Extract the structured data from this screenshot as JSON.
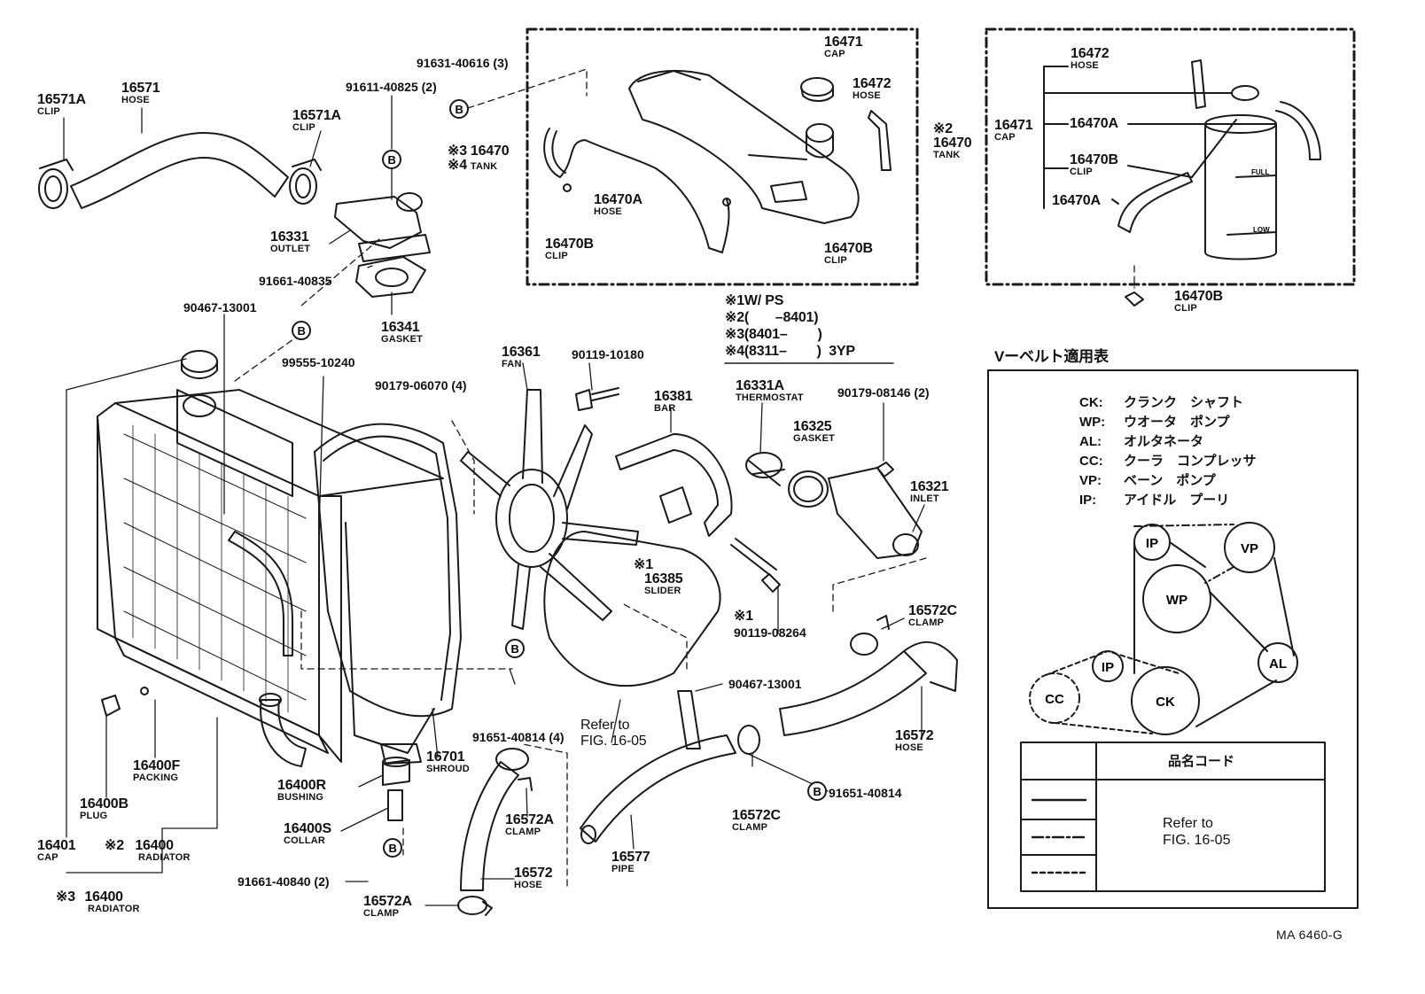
{
  "diagram_code": "MA 6460-G",
  "parts": {
    "p16571A_left": {
      "num": "16571A",
      "name": "CLIP"
    },
    "p16571": {
      "num": "16571",
      "name": "HOSE"
    },
    "p16571A_right": {
      "num": "16571A",
      "name": "CLIP"
    },
    "p91611": {
      "num": "91611-40825 (2)"
    },
    "p91631": {
      "num": "91631-40616 (3)"
    },
    "p16331": {
      "num": "16331",
      "name": "OUTLET"
    },
    "p91661_40835": {
      "num": "91661-40835"
    },
    "p16341": {
      "num": "16341",
      "name": "GASKET"
    },
    "p90467_top": {
      "num": "90467-13001"
    },
    "p99555": {
      "num": "99555-10240"
    },
    "p90179_06070": {
      "num": "90179-06070 (4)"
    },
    "p16361": {
      "num": "16361",
      "name": "FAN"
    },
    "p90119_10180": {
      "num": "90119-10180"
    },
    "p16381": {
      "num": "16381",
      "name": "BAR"
    },
    "p16331A": {
      "num": "16331A",
      "name": "THERMOSTAT"
    },
    "p90179_08146": {
      "num": "90179-08146 (2)"
    },
    "p16325": {
      "num": "16325",
      "name": "GASKET"
    },
    "p16321": {
      "num": "16321",
      "name": "INLET"
    },
    "p16385": {
      "mark": "※1",
      "num": "16385",
      "name": "SLIDER"
    },
    "p90119_08264": {
      "mark": "※1",
      "num": "90119-08264"
    },
    "p16572C_top": {
      "num": "16572C",
      "name": "CLAMP"
    },
    "p90467_bottom": {
      "num": "90467-13001"
    },
    "p16572": {
      "num": "16572",
      "name": "HOSE"
    },
    "p91651_4": {
      "num": "91651-40814 (4)"
    },
    "p91651": {
      "num": "91651-40814"
    },
    "p16572C_bottom": {
      "num": "16572C",
      "name": "CLAMP"
    },
    "p16577": {
      "num": "16577",
      "name": "PIPE"
    },
    "p16572A_mid": {
      "num": "16572A",
      "name": "CLAMP"
    },
    "p16572_hose2": {
      "num": "16572",
      "name": "HOSE"
    },
    "p16572A_bottom": {
      "num": "16572A",
      "name": "CLAMP"
    },
    "p16701": {
      "num": "16701",
      "name": "SHROUD"
    },
    "p16400R": {
      "num": "16400R",
      "name": "BUSHING"
    },
    "p16400S": {
      "num": "16400S",
      "name": "COLLAR"
    },
    "p91661_40840": {
      "num": "91661-40840 (2)"
    },
    "p16400F": {
      "num": "16400F",
      "name": "PACKING"
    },
    "p16400B": {
      "num": "16400B",
      "name": "PLUG"
    },
    "p16401": {
      "num": "16401",
      "name": "CAP"
    },
    "p16400_2": {
      "mark": "※2",
      "num": "16400",
      "name": "RADIATOR"
    },
    "p16400_3": {
      "mark": "※3",
      "num": "16400",
      "name": "RADIATOR"
    },
    "refer_fig_main": "Refer to\nFIG. 16-05"
  },
  "inset_left": {
    "tank": {
      "marks": [
        "※3",
        "※4"
      ],
      "num": "16470",
      "name": "TANK"
    },
    "cap": {
      "num": "16471",
      "name": "CAP"
    },
    "hose_top": {
      "num": "16472",
      "name": "HOSE"
    },
    "hose_a": {
      "num": "16470A",
      "name": "HOSE"
    },
    "clip_left": {
      "num": "16470B",
      "name": "CLIP"
    },
    "clip_right": {
      "num": "16470B",
      "name": "CLIP"
    }
  },
  "inset_right": {
    "tank": {
      "mark": "※2",
      "num": "16470",
      "name": "TANK"
    },
    "cap": {
      "num": "16471",
      "name": "CAP"
    },
    "hose": {
      "num": "16472",
      "name": "HOSE"
    },
    "a1": {
      "num": "16470A"
    },
    "b": {
      "num": "16470B",
      "name": "CLIP"
    },
    "a2": {
      "num": "16470A"
    },
    "clip_below": {
      "num": "16470B",
      "name": "CLIP"
    },
    "tank_full": "FULL",
    "tank_low": "LOW"
  },
  "notes": [
    {
      "mark": "※1",
      "text": "W/ PS"
    },
    {
      "mark": "※2",
      "text": "(       –8401)"
    },
    {
      "mark": "※3",
      "text": "(8401–        )"
    },
    {
      "mark": "※4",
      "text": "(8311–        )  3YP"
    }
  ],
  "belt_table": {
    "title": "Vーベルト適用表",
    "legend": [
      {
        "code": "CK:",
        "name": "クランク　シャフト"
      },
      {
        "code": "WP:",
        "name": "ウオータ　ポンプ"
      },
      {
        "code": "AL:",
        "name": "オルタネータ"
      },
      {
        "code": "CC:",
        "name": "クーラ　コンプレッサ"
      },
      {
        "code": "VP:",
        "name": "ベーン　ポンプ"
      },
      {
        "code": "IP:",
        "name": "アイドル　プーリ"
      }
    ],
    "pulleys": {
      "ip_top": "IP",
      "vp": "VP",
      "wp": "WP",
      "ip_mid": "IP",
      "al": "AL",
      "cc": "CC",
      "ck": "CK"
    },
    "code_header": "品名コード",
    "code_refer": "Refer to\nFIG. 16-05"
  },
  "bolt_marker": "B",
  "colors": {
    "line": "#1a1a1a",
    "background": "#ffffff"
  }
}
